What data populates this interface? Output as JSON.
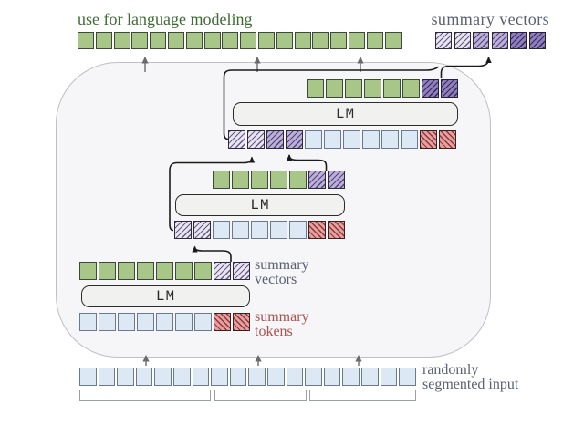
{
  "labels": {
    "use_for_lm": "use for language modeling",
    "summary_vectors_top": "summary vectors",
    "summary_vectors_side": [
      "summary",
      "vectors"
    ],
    "summary_tokens_side": [
      "summary",
      "tokens"
    ],
    "input_side": [
      "randomly",
      "segmented input"
    ],
    "lm": "LM"
  },
  "palette": {
    "green_fill": "#a8c687",
    "blue_fill": "#dce8f4",
    "purple_light": "#e9e4f4",
    "purple_mid": "#bcafdc",
    "purple_dark": "#8f7dbe",
    "red_fill": "#e6a0a0",
    "green_text": "#3e6b35",
    "slate_text": "#5b6072",
    "red_text": "#a85252"
  },
  "rows": {
    "top_green": [
      {
        "type": "green",
        "count": 18
      }
    ],
    "top_summary": [
      {
        "type": "purple-light",
        "count": 2
      },
      {
        "type": "purple-mid",
        "count": 2
      },
      {
        "type": "purple-dark",
        "count": 2
      }
    ],
    "lm3_out": [
      {
        "type": "green",
        "count": 6
      },
      {
        "type": "purple-dark",
        "count": 2
      }
    ],
    "lm3_in": [
      {
        "type": "purple-light",
        "count": 2
      },
      {
        "type": "purple-mid",
        "count": 2
      },
      {
        "type": "blue",
        "count": 6
      },
      {
        "type": "red",
        "count": 2
      }
    ],
    "lm2_out": [
      {
        "type": "green",
        "count": 5
      },
      {
        "type": "purple-mid",
        "count": 2
      }
    ],
    "lm2_in": [
      {
        "type": "purple-light",
        "count": 2
      },
      {
        "type": "blue",
        "count": 5
      },
      {
        "type": "red",
        "count": 2
      }
    ],
    "lm1_out": [
      {
        "type": "green",
        "count": 7
      },
      {
        "type": "purple-light",
        "count": 2
      }
    ],
    "lm1_in": [
      {
        "type": "blue",
        "count": 7
      },
      {
        "type": "red",
        "count": 2
      }
    ],
    "bottom_input": [
      {
        "type": "blue",
        "count": 18
      }
    ]
  },
  "segments": {
    "square_counts": [
      7,
      5,
      6
    ]
  }
}
